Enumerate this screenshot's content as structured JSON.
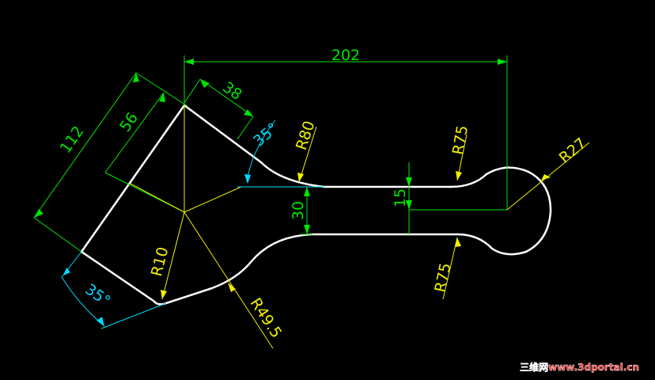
{
  "colors": {
    "background": "#000000",
    "outline": "#ffffff",
    "dimension_green": "#00e600",
    "radius_yellow": "#f0f000",
    "angle_cyan": "#00d8ff",
    "watermark_red": "#ff2a2a"
  },
  "dimensions": {
    "width_202": "202",
    "length_112": "112",
    "length_56": "56",
    "length_38": "38",
    "height_30": "30",
    "height_15": "15"
  },
  "angles": {
    "top_angle": "35°",
    "bottom_angle": "35°"
  },
  "radii": {
    "r80": "R80",
    "r75_top": "R75",
    "r27": "R27",
    "r10": "R10",
    "r49_5": "R49.5",
    "r75_bottom": "R75"
  },
  "watermark": "三维网www.3dportal.cn"
}
